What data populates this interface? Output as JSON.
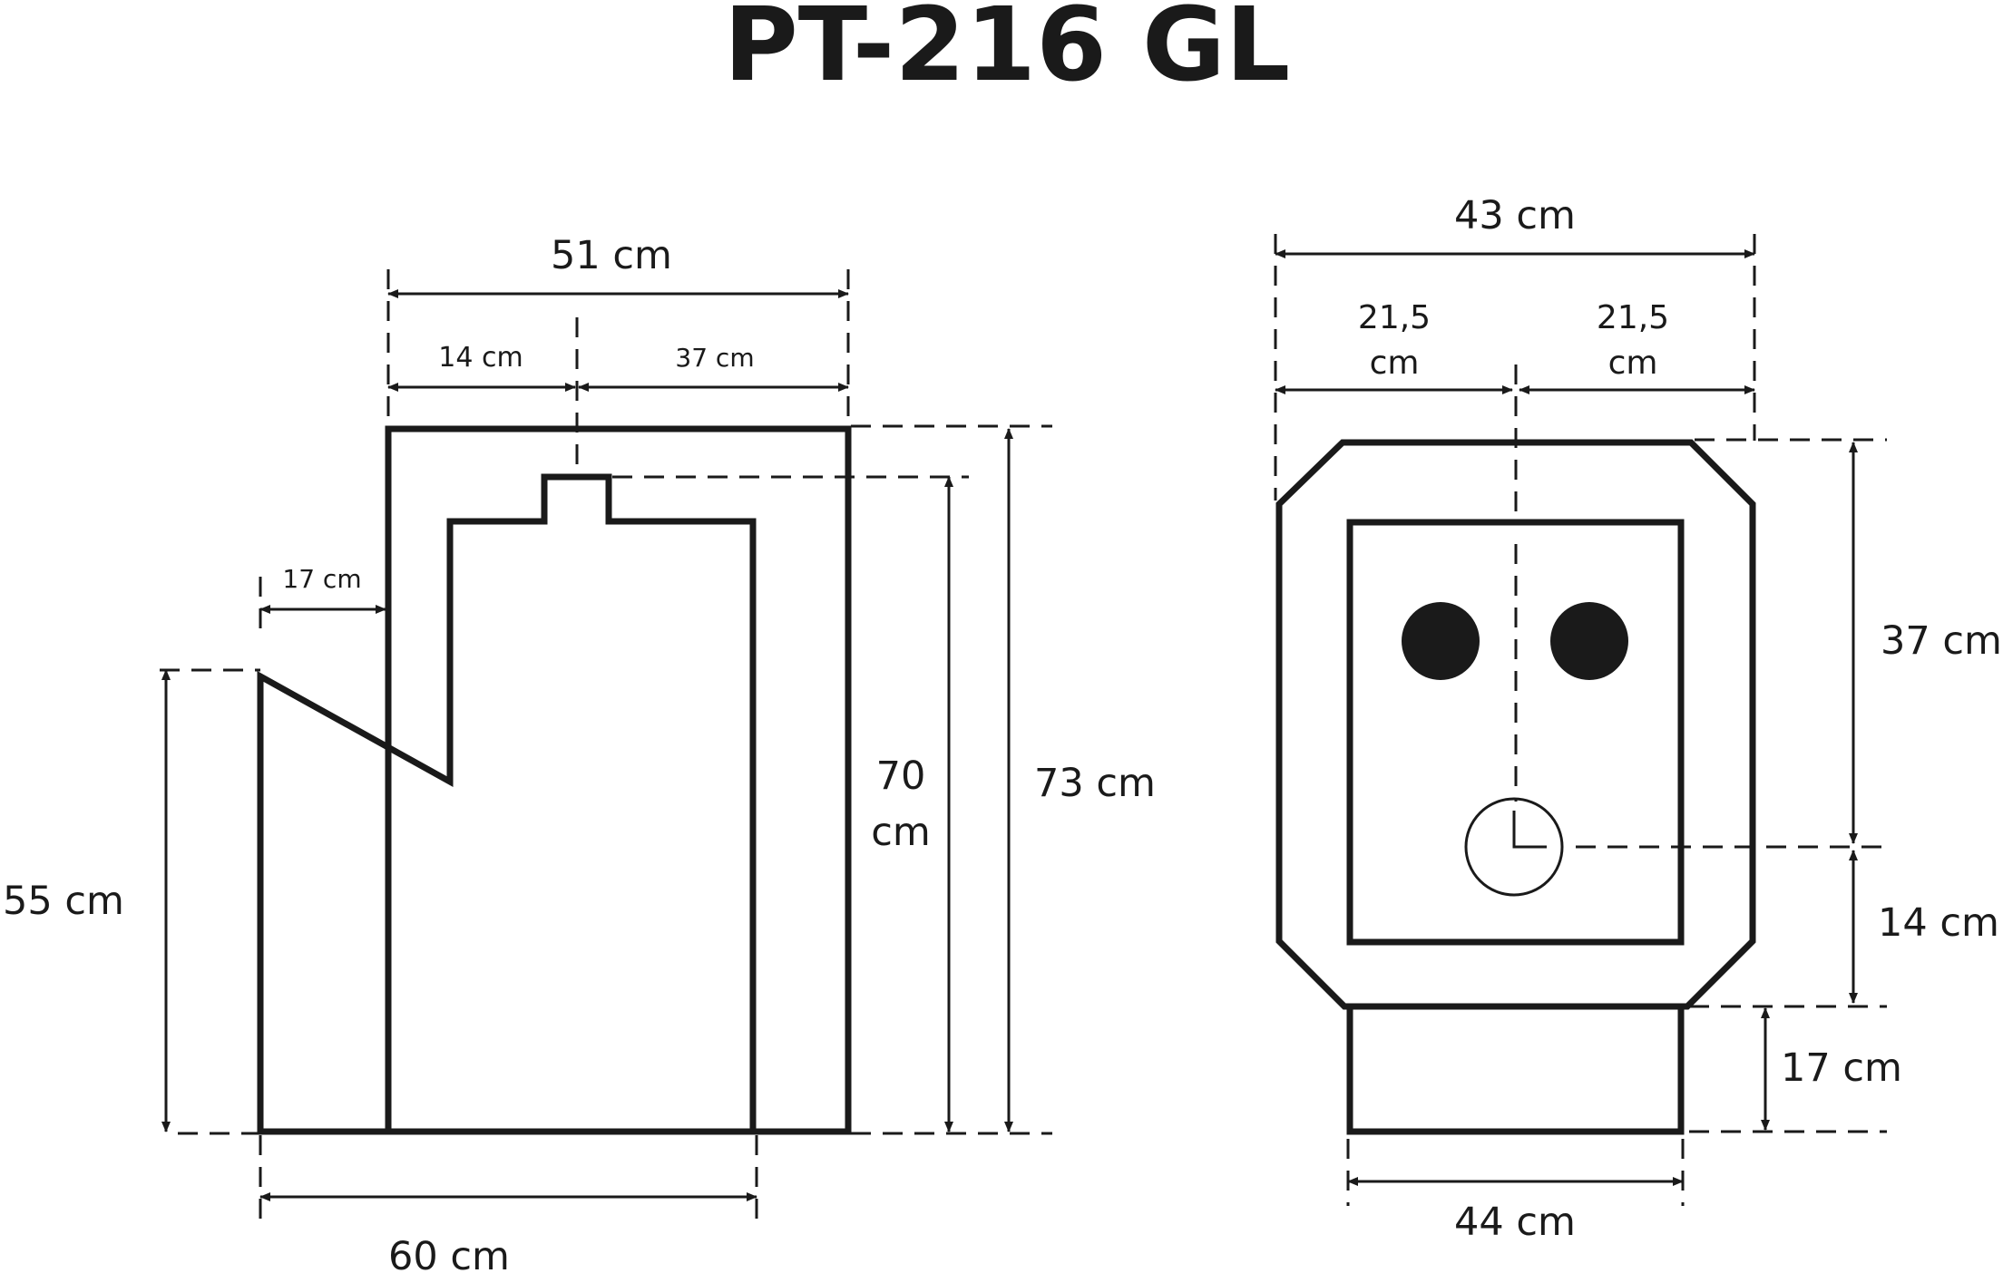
{
  "title": "PT-216 GL",
  "side_view": {
    "width_total": "51 cm",
    "width_left": "14 cm",
    "width_right": "37 cm",
    "step_depth": "17 cm",
    "height_front": "55 cm",
    "height_inner_line1": "70",
    "height_inner_line2": "cm",
    "height_total": "73 cm",
    "base_length": "60 cm"
  },
  "front_view": {
    "width_total": "43 cm",
    "half_left_line1": "21,5",
    "half_left_line2": "cm",
    "half_right_line1": "21,5",
    "half_right_line2": "cm",
    "height_upper": "37 cm",
    "height_lower": "14 cm",
    "base_height": "17 cm",
    "base_width": "44 cm"
  }
}
